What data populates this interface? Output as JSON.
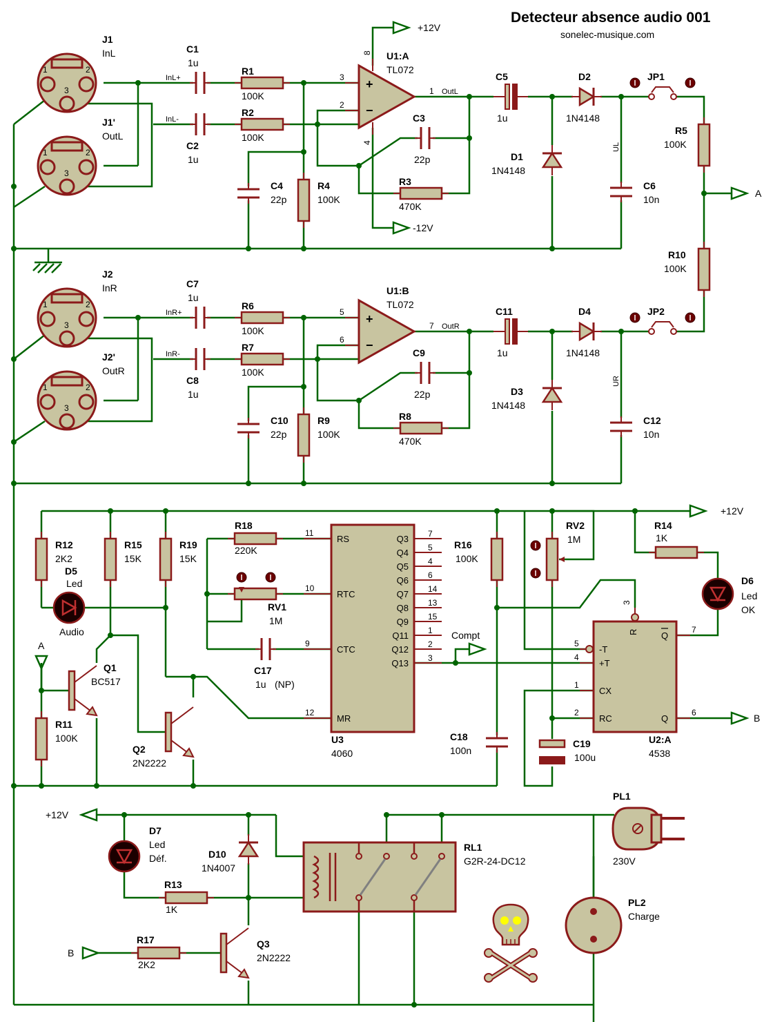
{
  "title": "Detecteur absence audio 001",
  "website": "sonelec-musique.com",
  "colors": {
    "wire": "#006400",
    "component": "#8b1a1a",
    "body_fill": "#c8c4a0",
    "led_fill": "#1a0000",
    "text": "#000000"
  },
  "components": {
    "J1": {
      "ref": "J1",
      "name": "InL"
    },
    "J1p": {
      "ref": "J1'",
      "name": "OutL"
    },
    "J2": {
      "ref": "J2",
      "name": "InR"
    },
    "J2p": {
      "ref": "J2'",
      "name": "OutR"
    },
    "C1": {
      "ref": "C1",
      "value": "1u"
    },
    "C2": {
      "ref": "C2",
      "value": "1u"
    },
    "C3": {
      "ref": "C3",
      "value": "22p"
    },
    "C4": {
      "ref": "C4",
      "value": "22p"
    },
    "C5": {
      "ref": "C5",
      "value": "1u"
    },
    "C6": {
      "ref": "C6",
      "value": "10n"
    },
    "C7": {
      "ref": "C7",
      "value": "1u"
    },
    "C8": {
      "ref": "C8",
      "value": "1u"
    },
    "C9": {
      "ref": "C9",
      "value": "22p"
    },
    "C10": {
      "ref": "C10",
      "value": "22p"
    },
    "C11": {
      "ref": "C11",
      "value": "1u"
    },
    "C12": {
      "ref": "C12",
      "value": "10n"
    },
    "C17": {
      "ref": "C17",
      "value": "1u",
      "note": "(NP)"
    },
    "C18": {
      "ref": "C18",
      "value": "100n"
    },
    "C19": {
      "ref": "C19",
      "value": "100u"
    },
    "R1": {
      "ref": "R1",
      "value": "100K"
    },
    "R2": {
      "ref": "R2",
      "value": "100K"
    },
    "R3": {
      "ref": "R3",
      "value": "470K"
    },
    "R4": {
      "ref": "R4",
      "value": "100K"
    },
    "R5": {
      "ref": "R5",
      "value": "100K"
    },
    "R6": {
      "ref": "R6",
      "value": "100K"
    },
    "R7": {
      "ref": "R7",
      "value": "100K"
    },
    "R8": {
      "ref": "R8",
      "value": "470K"
    },
    "R9": {
      "ref": "R9",
      "value": "100K"
    },
    "R10": {
      "ref": "R10",
      "value": "100K"
    },
    "R11": {
      "ref": "R11",
      "value": "100K"
    },
    "R12": {
      "ref": "R12",
      "value": "2K2"
    },
    "R13": {
      "ref": "R13",
      "value": "1K"
    },
    "R14": {
      "ref": "R14",
      "value": "1K"
    },
    "R15": {
      "ref": "R15",
      "value": "15K"
    },
    "R16": {
      "ref": "R16",
      "value": "100K"
    },
    "R17": {
      "ref": "R17",
      "value": "2K2"
    },
    "R18": {
      "ref": "R18",
      "value": "220K"
    },
    "R19": {
      "ref": "R19",
      "value": "15K"
    },
    "RV1": {
      "ref": "RV1",
      "value": "1M"
    },
    "RV2": {
      "ref": "RV2",
      "value": "1M"
    },
    "D1": {
      "ref": "D1",
      "value": "1N4148"
    },
    "D2": {
      "ref": "D2",
      "value": "1N4148"
    },
    "D3": {
      "ref": "D3",
      "value": "1N4148"
    },
    "D4": {
      "ref": "D4",
      "value": "1N4148"
    },
    "D10": {
      "ref": "D10",
      "value": "1N4007"
    },
    "D5": {
      "ref": "D5",
      "line1": "Led",
      "line2": "Audio"
    },
    "D6": {
      "ref": "D6",
      "line1": "Led",
      "line2": "OK"
    },
    "D7": {
      "ref": "D7",
      "line1": "Led",
      "line2": "Déf."
    },
    "U1A": {
      "ref": "U1:A",
      "value": "TL072"
    },
    "U1B": {
      "ref": "U1:B",
      "value": "TL072"
    },
    "U2A": {
      "ref": "U2:A",
      "value": "4538"
    },
    "U3": {
      "ref": "U3",
      "value": "4060"
    },
    "Q1": {
      "ref": "Q1",
      "value": "BC517"
    },
    "Q2": {
      "ref": "Q2",
      "value": "2N2222"
    },
    "Q3": {
      "ref": "Q3",
      "value": "2N2222"
    },
    "JP1": {
      "ref": "JP1"
    },
    "JP2": {
      "ref": "JP2"
    },
    "RL1": {
      "ref": "RL1",
      "value": "G2R-24-DC12"
    },
    "PL1": {
      "ref": "PL1",
      "value": "230V"
    },
    "PL2": {
      "ref": "PL2",
      "value": "Charge"
    }
  },
  "nets": {
    "inl_plus": "InL+",
    "inl_minus": "InL-",
    "inr_plus": "InR+",
    "inr_minus": "InR-",
    "outl": "OutL",
    "outr": "OutR",
    "ul": "UL",
    "ur": "UR",
    "vplus": "+12V",
    "vminus": "-12V",
    "a": "A",
    "b": "B",
    "compt": "Compt"
  },
  "u3_pins": {
    "left": [
      {
        "name": "RS",
        "num": "11"
      },
      {
        "name": "RTC",
        "num": "10"
      },
      {
        "name": "CTC",
        "num": "9"
      },
      {
        "name": "MR",
        "num": "12"
      }
    ],
    "right": [
      {
        "name": "Q3",
        "num": "7"
      },
      {
        "name": "Q4",
        "num": "5"
      },
      {
        "name": "Q5",
        "num": "4"
      },
      {
        "name": "Q6",
        "num": "6"
      },
      {
        "name": "Q7",
        "num": "14"
      },
      {
        "name": "Q8",
        "num": "13"
      },
      {
        "name": "Q9",
        "num": "15"
      },
      {
        "name": "Q11",
        "num": "1"
      },
      {
        "name": "Q12",
        "num": "2"
      },
      {
        "name": "Q13",
        "num": "3"
      }
    ]
  },
  "u2_pins": {
    "minus_t": "-T",
    "plus_t": "+T",
    "cx": "CX",
    "rc": "RC",
    "r": "R",
    "q": "Q",
    "qbar": "Q",
    "n_r": "3",
    "n_mt": "5",
    "n_pt": "4",
    "n_cx": "1",
    "n_rc": "2",
    "n_qbar": "7",
    "n_q": "6"
  },
  "opamp_pins": {
    "u1a_plus": "3",
    "u1a_minus": "2",
    "u1a_out": "1",
    "u1a_vcc": "8",
    "u1a_vee": "4",
    "u1b_plus": "5",
    "u1b_minus": "6",
    "u1b_out": "7",
    "plus_sign": "+",
    "minus_sign": "−"
  },
  "xlr_pins": {
    "p1": "1",
    "p2": "2",
    "p3": "3"
  }
}
